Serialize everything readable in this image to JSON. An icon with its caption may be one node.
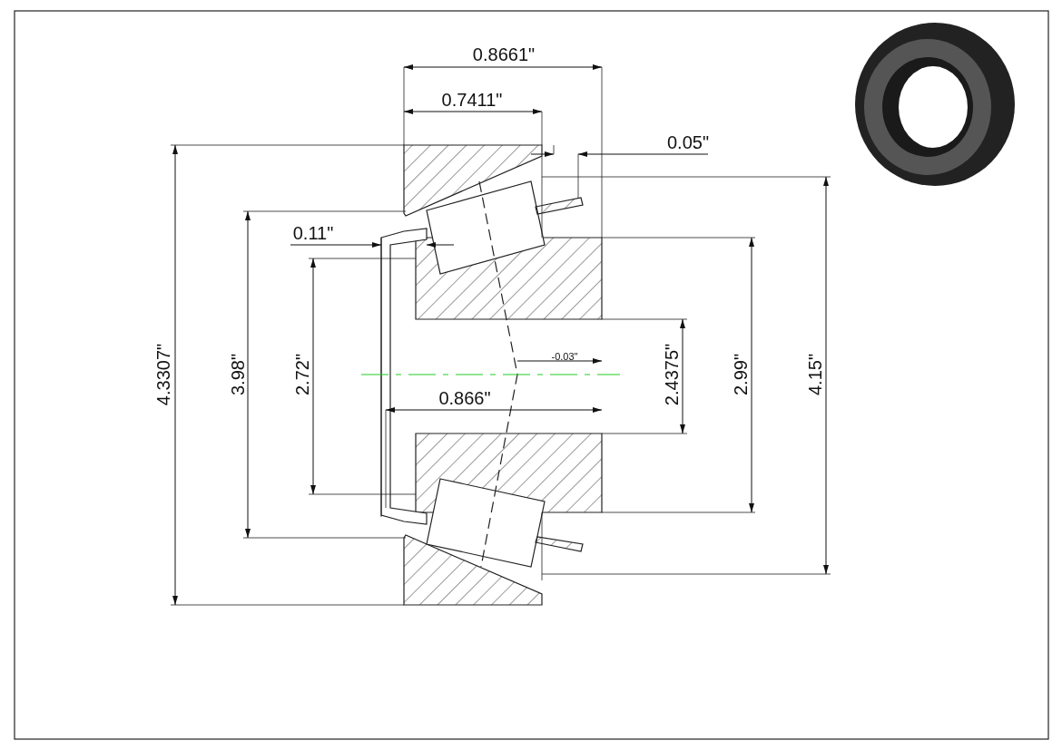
{
  "diagram": {
    "labels": [
      "0.8661\"",
      "0.7411\"",
      "0.05\"",
      "0.11\"",
      "4.3307\"",
      "3.98\"",
      "2.72\"",
      "0.866\"",
      "-0.03\"",
      "2.4375\"",
      "2.99\"",
      "4.15\""
    ]
  }
}
